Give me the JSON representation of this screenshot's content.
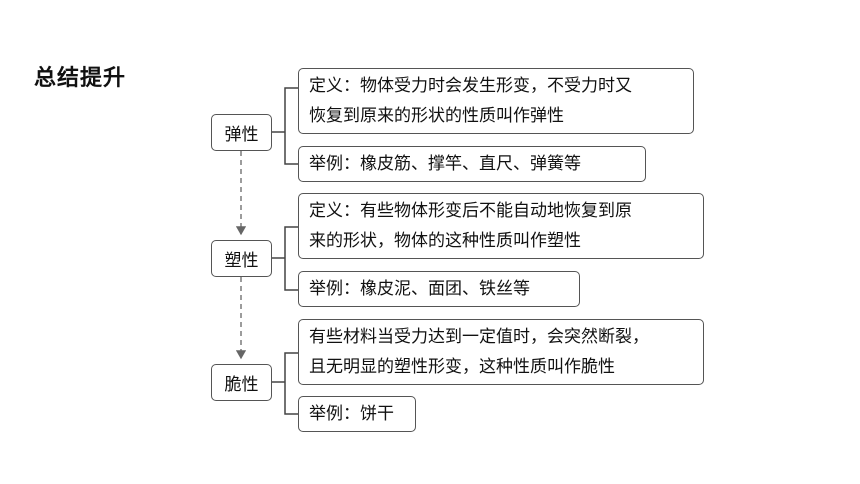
{
  "title": "总结提升",
  "groups": [
    {
      "name": "弹性",
      "definition_lines": [
        "定义：物体受力时会发生形变，不受力时又",
        "恢复到原来的形状的性质叫作弹性"
      ],
      "example": "举例：橡皮筋、撑竿、直尺、弹簧等"
    },
    {
      "name": "塑性",
      "definition_lines": [
        "定义：有些物体形变后不能自动地恢复到原",
        "来的形状，物体的这种性质叫作塑性"
      ],
      "example": "举例：橡皮泥、面团、铁丝等"
    },
    {
      "name": "脆性",
      "definition_lines": [
        "有些材料当受力达到一定值时，会突然断裂，",
        "且无明显的塑性形变，这种性质叫作脆性"
      ],
      "example": "举例：饼干"
    }
  ]
}
